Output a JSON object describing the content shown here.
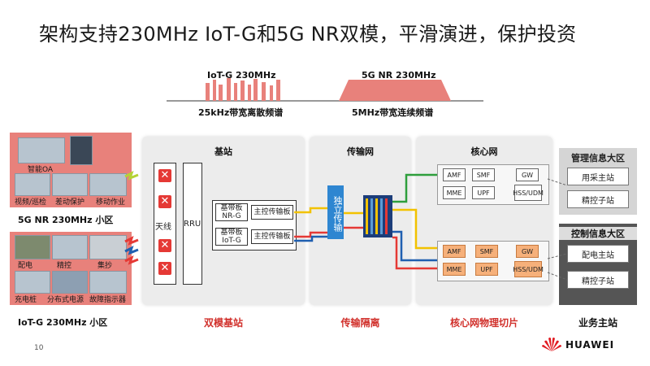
{
  "title": "架构支持230MHz IoT-G和5G NR双模，平滑演进，保护投资",
  "spectrum": {
    "iotg_label": "IoT-G 230MHz",
    "iotg_caption": "25kHz带宽离散频谱",
    "nr_label": "5G NR 230MHz",
    "nr_caption": "5MHz带宽连续频谱"
  },
  "left_zones": {
    "nr_zone": {
      "caption": "5G NR 230MHz  小区",
      "top_labels": [
        "智能OA"
      ],
      "labels": [
        "视频/巡检",
        "差动保护",
        "移动作业"
      ]
    },
    "iotg_zone": {
      "caption": "IoT-G 230MHz  小区",
      "labels_row1": [
        "配电",
        "精控",
        "集抄"
      ],
      "labels_row2": [
        "充电桩",
        "分布式电源",
        "故障指示器"
      ]
    }
  },
  "sections": {
    "base_station": {
      "title": "基站",
      "antenna": "天线",
      "rru": "RRU",
      "board_nr": "基带板\nNR-G",
      "board_iot": "基带板\nIoT-G",
      "main_ctrl_1": "主控传输板",
      "main_ctrl_2": "主控传输板",
      "caption": "双模基站"
    },
    "transport": {
      "title": "传输网",
      "indep": "独立传输",
      "caption": "传输隔离"
    },
    "core": {
      "title": "核心网",
      "slice1": [
        "AMF",
        "SMF",
        "GW",
        "MME",
        "UPF",
        "HSS/UDM"
      ],
      "slice2": [
        "AMF",
        "SMF",
        "GW",
        "MME",
        "UPF",
        "HSS/UDM"
      ],
      "caption": "核心网物理切片"
    },
    "business": {
      "mgmt_title": "管理信息大区",
      "mgmt_items": [
        "用采主站",
        "精控子站"
      ],
      "ctrl_title": "控制信息大区",
      "ctrl_items": [
        "配电主站",
        "精控子站"
      ],
      "caption": "业务主站"
    }
  },
  "footer": {
    "page": "10",
    "brand": "HUAWEI"
  },
  "colors": {
    "red": "#d1302b",
    "panel_red": "#e8817b",
    "green": "#2e9e3c",
    "yellow": "#f2c200",
    "blue": "#1f5fb0",
    "orange_nf": "#f6b07a"
  }
}
